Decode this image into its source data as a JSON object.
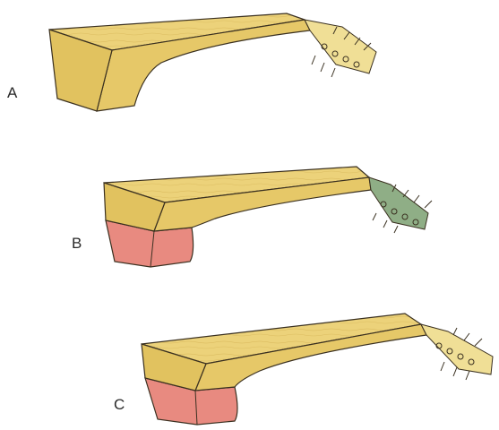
{
  "figures": [
    {
      "label": "A",
      "heel_extension": false,
      "headstock_color": "#e8d27a"
    },
    {
      "label": "B",
      "heel_extension": true,
      "headstock_color": "#8fae86"
    },
    {
      "label": "C",
      "heel_extension": true,
      "headstock_color": "#e8d27a"
    }
  ],
  "colors": {
    "wood": "#ecd27a",
    "wood_dark": "#d4b255",
    "heel_extension": "#e88a80",
    "outline": "#3a3020"
  }
}
